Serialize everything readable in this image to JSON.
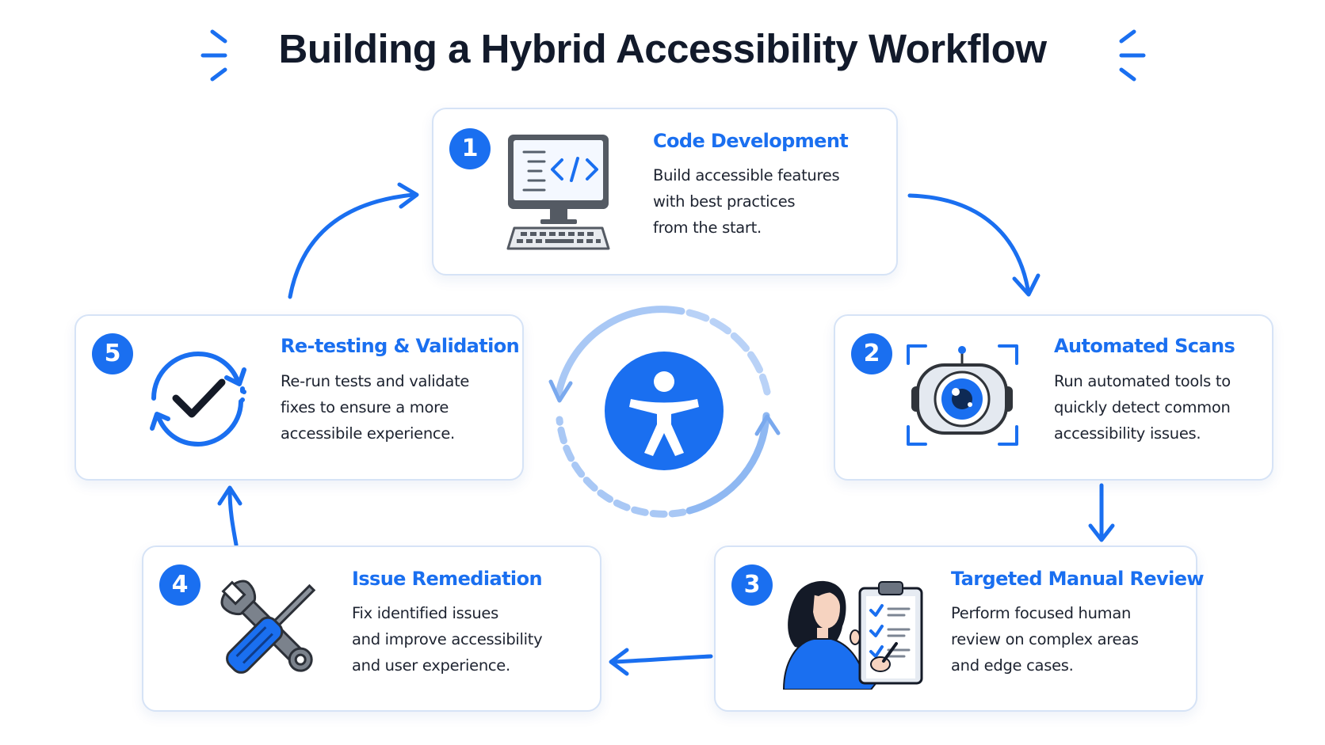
{
  "title": "Building a Hybrid Accessibility Workflow",
  "colors": {
    "accent": "#1a6ff0",
    "card_border": "#d6e3f6",
    "ring_light": "#b9d2f7",
    "title": "#121a2b"
  },
  "center": {
    "icon": "accessibility-person-icon"
  },
  "steps": [
    {
      "number": "1",
      "title": "Code Development",
      "icon": "computer-code-icon",
      "lines": [
        "Build accessible features",
        "with best practices",
        "from the start."
      ]
    },
    {
      "number": "2",
      "title": "Automated Scans",
      "icon": "robot-scanner-icon",
      "lines": [
        "Run automated tools to",
        "quickly detect common",
        "accessibility issues."
      ]
    },
    {
      "number": "3",
      "title": "Targeted Manual Review",
      "icon": "person-checklist-icon",
      "lines": [
        "Perform focused human",
        "review on complex areas",
        "and edge cases."
      ]
    },
    {
      "number": "4",
      "title": "Issue Remediation",
      "icon": "wrench-screwdriver-icon",
      "lines": [
        "Fix identified issues",
        "and improve accessibility",
        "and user experience."
      ]
    },
    {
      "number": "5",
      "title": "Re-testing & Validation",
      "icon": "refresh-check-icon",
      "lines": [
        "Re-run tests and validate",
        "fixes to ensure a more",
        "accessibile experience."
      ]
    }
  ]
}
